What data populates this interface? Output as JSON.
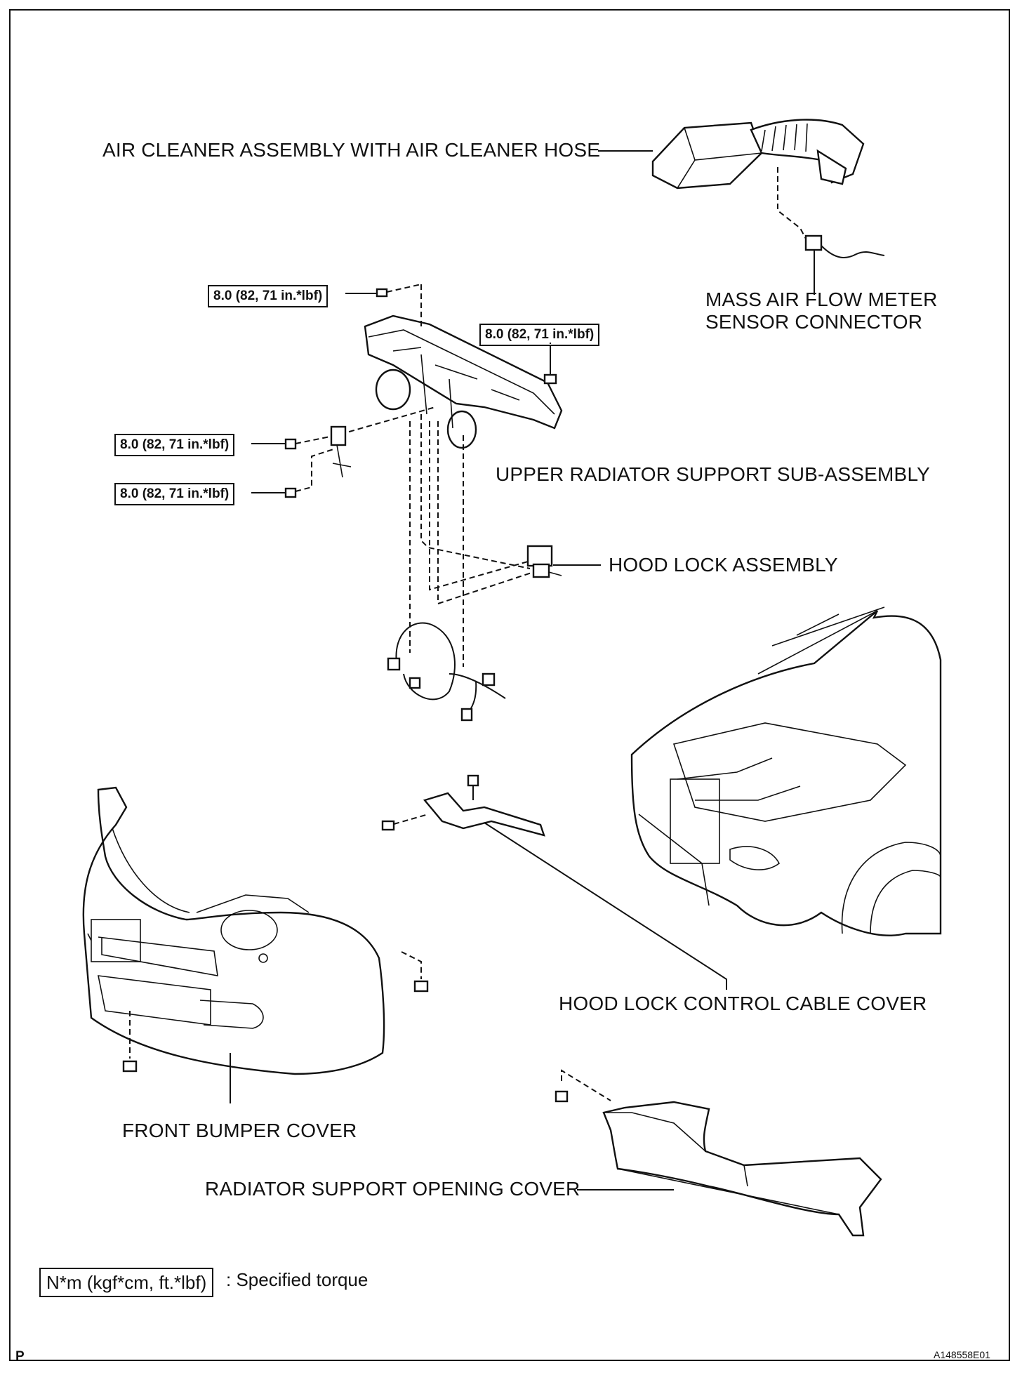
{
  "labels": {
    "air_cleaner": "AIR CLEANER ASSEMBLY WITH AIR CLEANER HOSE",
    "maf_line1": "MASS AIR FLOW METER",
    "maf_line2": "SENSOR CONNECTOR",
    "upper_support": "UPPER RADIATOR SUPPORT SUB-ASSEMBLY",
    "hood_lock": "HOOD LOCK ASSEMBLY",
    "cable_cover": "HOOD LOCK CONTROL CABLE COVER",
    "bumper": "FRONT BUMPER COVER",
    "opening_cover": "RADIATOR SUPPORT OPENING COVER"
  },
  "torques": {
    "t1": "8.0 (82, 71 in.*lbf)",
    "t2": "8.0 (82, 71 in.*lbf)",
    "t3": "8.0 (82, 71 in.*lbf)",
    "t4": "8.0 (82, 71 in.*lbf)"
  },
  "legend": {
    "box": "N*m (kgf*cm, ft.*lbf)",
    "text": ": Specified torque"
  },
  "corner": {
    "left": "P",
    "right": "A148558E01"
  }
}
